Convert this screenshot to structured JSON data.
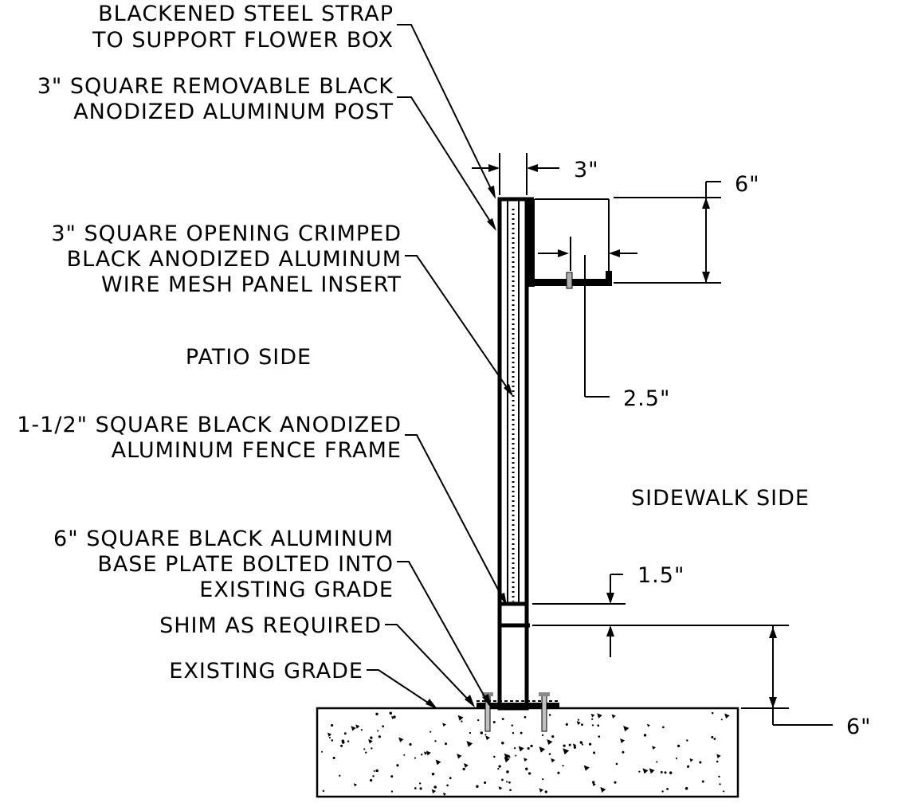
{
  "colors": {
    "ink": "#000000",
    "paper": "#ffffff",
    "bolt": "#b0b0b0"
  },
  "labels": {
    "strap": [
      "BLACKENED STEEL STRAP",
      "TO SUPPORT FLOWER BOX"
    ],
    "post": [
      "3\" SQUARE REMOVABLE BLACK",
      "ANODIZED ALUMINUM POST"
    ],
    "mesh": [
      "3\" SQUARE OPENING CRIMPED",
      "BLACK ANODIZED ALUMINUM",
      "WIRE MESH PANEL INSERT"
    ],
    "frame": [
      "1-1/2\" SQUARE BLACK ANODIZED",
      "ALUMINUM FENCE FRAME"
    ],
    "base": [
      "6\" SQUARE BLACK ALUMINUM",
      "BASE PLATE BOLTED INTO",
      "EXISTING GRADE"
    ],
    "shim": "SHIM AS REQUIRED",
    "grade": "EXISTING GRADE",
    "patio": "PATIO SIDE",
    "sidewalk": "SIDEWALK SIDE"
  },
  "dimensions": {
    "post_width": "3\"",
    "box_height": "6\"",
    "box_depth": "2.5\"",
    "frame_gap": "1.5\"",
    "grade_clearance": "6\""
  }
}
